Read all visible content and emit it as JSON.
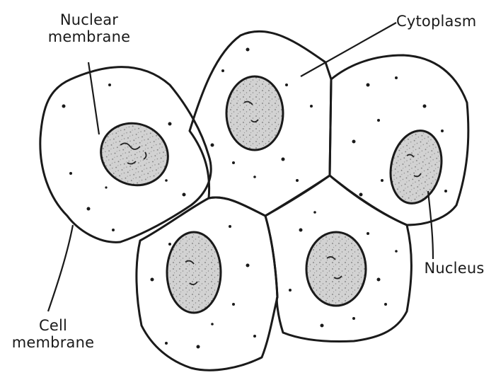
{
  "labels": {
    "nuclear_membrane": [
      "Nuclear",
      "membrane"
    ],
    "cytoplasm": "Cytoplasm",
    "nucleus": "Nucleus",
    "cell_membrane": [
      "Cell",
      "membrane"
    ]
  },
  "colors": {
    "ink": "#1a1a1a",
    "nucleus_fill": "#cfcfcf",
    "background": "#ffffff"
  }
}
